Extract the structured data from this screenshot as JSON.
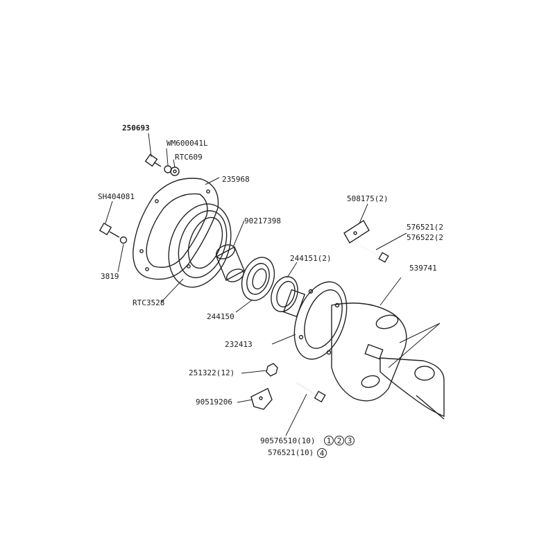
{
  "colors": {
    "highlight": "#ffff33",
    "ink": "#222222",
    "background": "#ffffff"
  },
  "labels": {
    "p250693": "250693",
    "wm600041l": "WM600041L",
    "rtc609": "RTC609",
    "p235968": "235968",
    "sh404081": "SH404081",
    "p90217398": "90217398",
    "p3819": "3819",
    "rtc3528": "RTC3528",
    "p244151": "244151(2)",
    "p244150": "244150",
    "p232413": "232413",
    "p508175": "508175(2)",
    "p576521a": "576521(2",
    "p576522": "576522(2",
    "p539741": "539741",
    "p251322": "251322(12)",
    "p90519206": "90519206",
    "p90576510": "90576510(10)",
    "p576521b": "576521(10)",
    "c1": "1",
    "c2": "2",
    "c3": "3",
    "c4": "4"
  }
}
